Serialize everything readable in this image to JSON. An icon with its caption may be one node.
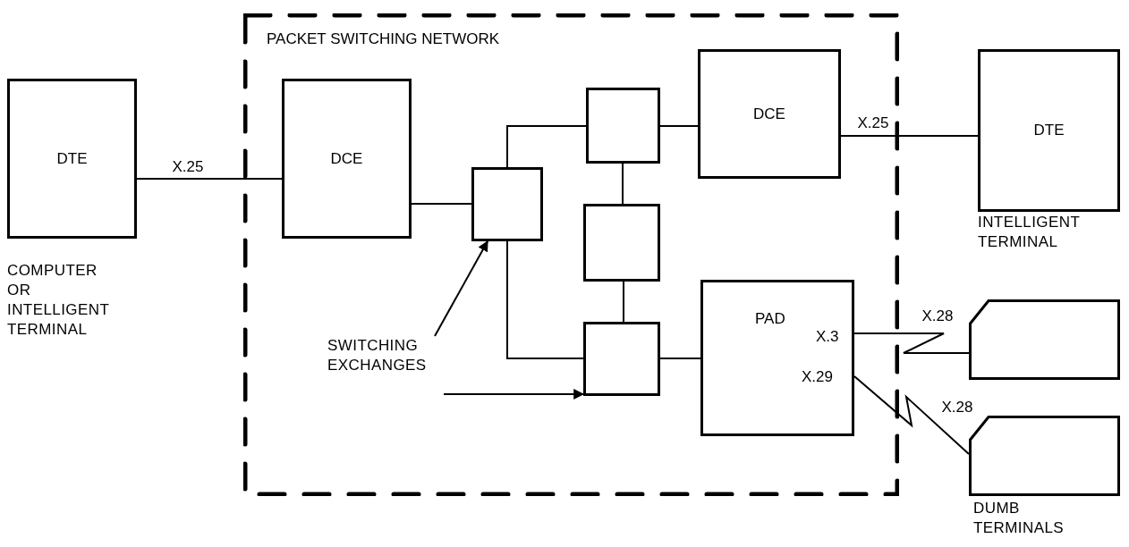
{
  "diagram": {
    "nodes": [
      {
        "text": [
          "DTE"
        ],
        "beside": [
          "COMPUTER OR INTELLIGENT TERMINAL"
        ]
      },
      {
        "text": [
          "PACKET SWITCHING NETWORK"
        ]
      },
      {
        "text": [
          "DCE"
        ],
        "in": 1
      },
      {
        "text": [],
        "shape": "box",
        "in": 1
      },
      {
        "text": [],
        "shape": "box",
        "in": 1
      },
      {
        "text": [],
        "shape": "box",
        "in": 1
      },
      {
        "text": [],
        "shape": "box",
        "in": 1
      },
      {
        "text": [
          "DCE"
        ],
        "in": 1
      },
      {
        "text": [
          "PAD",
          "X.3",
          "X.29"
        ],
        "in": 1
      },
      {
        "text": [
          "DTE"
        ],
        "beside": [
          "INTELLIGENT TERMINAL"
        ]
      },
      {
        "text": [],
        "shape": "box"
      },
      {
        "text": [],
        "shape": "box",
        "beside": [
          "DUMB TERMINALS"
        ]
      },
      {
        "text": [
          "SWITCHING EXCHANGES"
        ],
        "in": 1
      }
    ],
    "edges": [
      {
        "from": 0,
        "to": 2,
        "arrow": "none",
        "label": "X.25"
      },
      {
        "from": 2,
        "to": 3,
        "arrow": "none"
      },
      {
        "from": 3,
        "to": 4,
        "arrow": "none"
      },
      {
        "from": 3,
        "to": 6,
        "arrow": "none"
      },
      {
        "from": 4,
        "to": 5,
        "arrow": "none"
      },
      {
        "from": 5,
        "to": 6,
        "arrow": "none"
      },
      {
        "from": 4,
        "to": 7,
        "arrow": "none"
      },
      {
        "from": 6,
        "to": 8,
        "arrow": "none"
      },
      {
        "from": 7,
        "to": 9,
        "arrow": "none",
        "label": "X.25"
      },
      {
        "from": 8,
        "to": 10,
        "arrow": "none",
        "label": "X.28"
      },
      {
        "from": 8,
        "to": 11,
        "arrow": "none",
        "label": "X.28"
      },
      {
        "from": 12,
        "to": 3,
        "arrow": "to"
      },
      {
        "from": 12,
        "to": 6,
        "arrow": "to"
      }
    ]
  }
}
